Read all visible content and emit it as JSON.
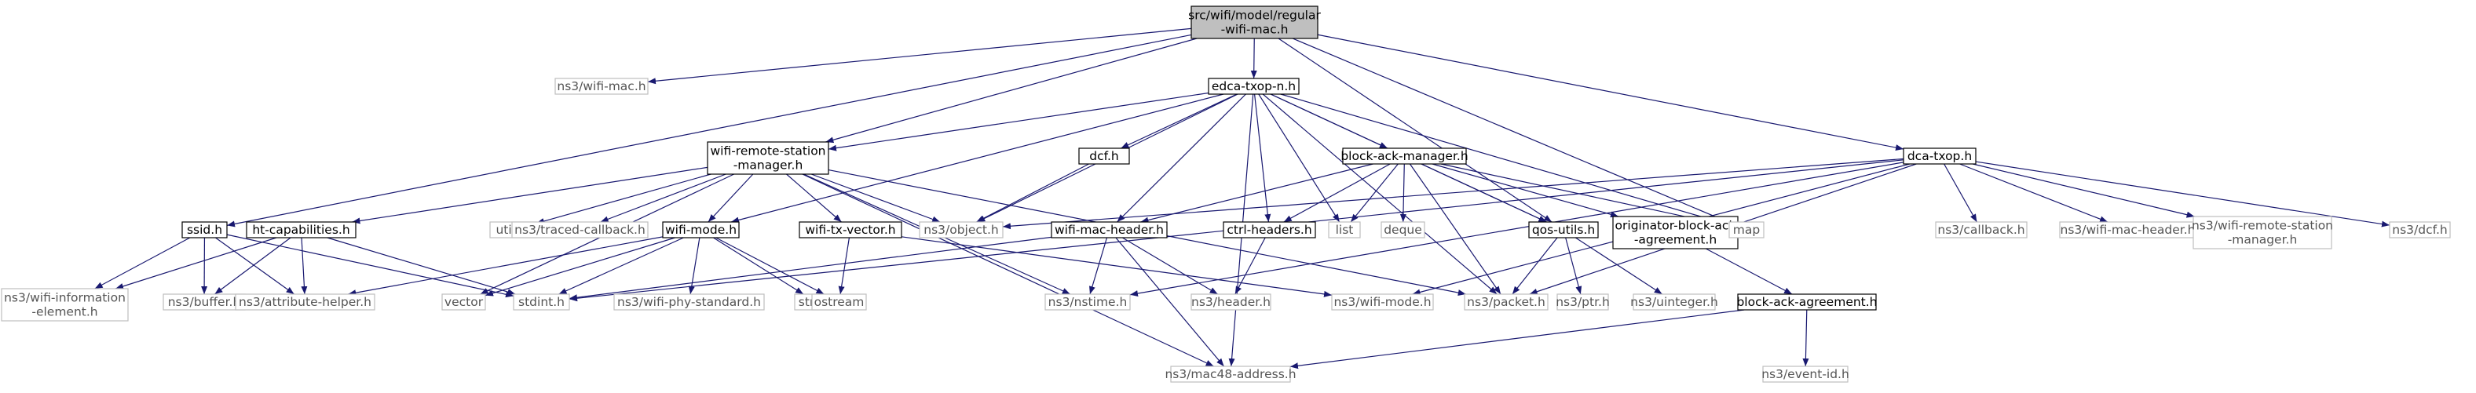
{
  "graph": {
    "nodes": [
      {
        "id": "root",
        "label": [
          "src/wifi/model/regular",
          "-wifi-mac.h"
        ],
        "style": "root"
      },
      {
        "id": "wifimac",
        "label": [
          "ns3/wifi-mac.h"
        ],
        "style": "gray"
      },
      {
        "id": "edca",
        "label": [
          "edca-txop-n.h"
        ],
        "style": "black"
      },
      {
        "id": "dcatxop",
        "label": [
          "dca-txop.h"
        ],
        "style": "black"
      },
      {
        "id": "wrsm",
        "label": [
          "wifi-remote-station",
          "-manager.h"
        ],
        "style": "black"
      },
      {
        "id": "dcf",
        "label": [
          "dcf.h"
        ],
        "style": "black"
      },
      {
        "id": "bam",
        "label": [
          "block-ack-manager.h"
        ],
        "style": "black"
      },
      {
        "id": "ssid",
        "label": [
          "ssid.h"
        ],
        "style": "black"
      },
      {
        "id": "htcap",
        "label": [
          "ht-capabilities.h"
        ],
        "style": "black"
      },
      {
        "id": "utility",
        "label": [
          "utility"
        ],
        "style": "gray"
      },
      {
        "id": "traced",
        "label": [
          "ns3/traced-callback.h"
        ],
        "style": "gray"
      },
      {
        "id": "wifimode",
        "label": [
          "wifi-mode.h"
        ],
        "style": "black"
      },
      {
        "id": "wtxv",
        "label": [
          "wifi-tx-vector.h"
        ],
        "style": "black"
      },
      {
        "id": "object",
        "label": [
          "ns3/object.h"
        ],
        "style": "gray"
      },
      {
        "id": "wmh",
        "label": [
          "wifi-mac-header.h"
        ],
        "style": "black"
      },
      {
        "id": "ctrl",
        "label": [
          "ctrl-headers.h"
        ],
        "style": "black"
      },
      {
        "id": "list",
        "label": [
          "list"
        ],
        "style": "gray"
      },
      {
        "id": "deque",
        "label": [
          "deque"
        ],
        "style": "gray"
      },
      {
        "id": "qos",
        "label": [
          "qos-utils.h"
        ],
        "style": "black"
      },
      {
        "id": "oba",
        "label": [
          "originator-block-ack",
          "-agreement.h"
        ],
        "style": "black"
      },
      {
        "id": "map",
        "label": [
          "map"
        ],
        "style": "gray"
      },
      {
        "id": "callback",
        "label": [
          "ns3/callback.h"
        ],
        "style": "gray"
      },
      {
        "id": "ns3wmh",
        "label": [
          "ns3/wifi-mac-header.h"
        ],
        "style": "gray"
      },
      {
        "id": "ns3wrsm",
        "label": [
          "ns3/wifi-remote-station",
          "-manager.h"
        ],
        "style": "gray"
      },
      {
        "id": "ns3dcf",
        "label": [
          "ns3/dcf.h"
        ],
        "style": "gray"
      },
      {
        "id": "wie",
        "label": [
          "ns3/wifi-information",
          "-element.h"
        ],
        "style": "gray"
      },
      {
        "id": "buffer",
        "label": [
          "ns3/buffer.h"
        ],
        "style": "gray"
      },
      {
        "id": "attr",
        "label": [
          "ns3/attribute-helper.h"
        ],
        "style": "gray"
      },
      {
        "id": "vector",
        "label": [
          "vector"
        ],
        "style": "gray"
      },
      {
        "id": "stdint",
        "label": [
          "stdint.h"
        ],
        "style": "gray"
      },
      {
        "id": "phystd",
        "label": [
          "ns3/wifi-phy-standard.h"
        ],
        "style": "gray"
      },
      {
        "id": "string",
        "label": [
          "string"
        ],
        "style": "gray"
      },
      {
        "id": "ostream",
        "label": [
          "ostream"
        ],
        "style": "gray"
      },
      {
        "id": "nstime",
        "label": [
          "ns3/nstime.h"
        ],
        "style": "gray"
      },
      {
        "id": "header",
        "label": [
          "ns3/header.h"
        ],
        "style": "gray"
      },
      {
        "id": "ns3wifimode",
        "label": [
          "ns3/wifi-mode.h"
        ],
        "style": "gray"
      },
      {
        "id": "packet",
        "label": [
          "ns3/packet.h"
        ],
        "style": "gray"
      },
      {
        "id": "ptr",
        "label": [
          "ns3/ptr.h"
        ],
        "style": "gray"
      },
      {
        "id": "uinteger",
        "label": [
          "ns3/uinteger.h"
        ],
        "style": "gray"
      },
      {
        "id": "baa",
        "label": [
          "block-ack-agreement.h"
        ],
        "style": "black"
      },
      {
        "id": "mac48",
        "label": [
          "ns3/mac48-address.h"
        ],
        "style": "gray"
      },
      {
        "id": "eventid",
        "label": [
          "ns3/event-id.h"
        ],
        "style": "gray"
      }
    ],
    "edges": [
      [
        "root",
        "wifimac"
      ],
      [
        "root",
        "edca"
      ],
      [
        "root",
        "dcatxop"
      ],
      [
        "root",
        "wrsm"
      ],
      [
        "root",
        "ssid"
      ],
      [
        "root",
        "qos"
      ],
      [
        "root",
        "map"
      ],
      [
        "edca",
        "wrsm"
      ],
      [
        "edca",
        "dcf"
      ],
      [
        "edca",
        "bam"
      ],
      [
        "edca",
        "object"
      ],
      [
        "edca",
        "wmh"
      ],
      [
        "edca",
        "ctrl"
      ],
      [
        "edca",
        "list"
      ],
      [
        "edca",
        "qos"
      ],
      [
        "edca",
        "map"
      ],
      [
        "edca",
        "packet"
      ],
      [
        "edca",
        "mac48"
      ],
      [
        "edca",
        "wifimode"
      ],
      [
        "dcatxop",
        "object"
      ],
      [
        "dcatxop",
        "callback"
      ],
      [
        "dcatxop",
        "ns3wmh"
      ],
      [
        "dcatxop",
        "ns3wrsm"
      ],
      [
        "dcatxop",
        "ns3dcf"
      ],
      [
        "dcatxop",
        "nstime"
      ],
      [
        "dcatxop",
        "packet"
      ],
      [
        "dcatxop",
        "stdint"
      ],
      [
        "dcatxop",
        "ns3wifimode"
      ],
      [
        "wrsm",
        "htcap"
      ],
      [
        "wrsm",
        "utility"
      ],
      [
        "wrsm",
        "traced"
      ],
      [
        "wrsm",
        "wifimode"
      ],
      [
        "wrsm",
        "wtxv"
      ],
      [
        "wrsm",
        "object"
      ],
      [
        "wrsm",
        "vector"
      ],
      [
        "wrsm",
        "nstime"
      ],
      [
        "wrsm",
        "mac48"
      ],
      [
        "wrsm",
        "packet"
      ],
      [
        "dcf",
        "object"
      ],
      [
        "bam",
        "wmh"
      ],
      [
        "bam",
        "ctrl"
      ],
      [
        "bam",
        "list"
      ],
      [
        "bam",
        "deque"
      ],
      [
        "bam",
        "qos"
      ],
      [
        "bam",
        "oba"
      ],
      [
        "bam",
        "map"
      ],
      [
        "bam",
        "packet"
      ],
      [
        "ssid",
        "wie"
      ],
      [
        "ssid",
        "buffer"
      ],
      [
        "ssid",
        "attr"
      ],
      [
        "ssid",
        "stdint"
      ],
      [
        "htcap",
        "wie"
      ],
      [
        "htcap",
        "buffer"
      ],
      [
        "htcap",
        "attr"
      ],
      [
        "htcap",
        "stdint"
      ],
      [
        "wifimode",
        "vector"
      ],
      [
        "wifimode",
        "stdint"
      ],
      [
        "wifimode",
        "attr"
      ],
      [
        "wifimode",
        "phystd"
      ],
      [
        "wifimode",
        "string"
      ],
      [
        "wifimode",
        "ostream"
      ],
      [
        "wtxv",
        "ostream"
      ],
      [
        "wtxv",
        "ns3wifimode"
      ],
      [
        "wmh",
        "stdint"
      ],
      [
        "wmh",
        "nstime"
      ],
      [
        "wmh",
        "header"
      ],
      [
        "wmh",
        "mac48"
      ],
      [
        "ctrl",
        "header"
      ],
      [
        "qos",
        "packet"
      ],
      [
        "qos",
        "ptr"
      ],
      [
        "qos",
        "uinteger"
      ],
      [
        "oba",
        "baa"
      ],
      [
        "baa",
        "mac48"
      ],
      [
        "baa",
        "eventid"
      ]
    ]
  }
}
